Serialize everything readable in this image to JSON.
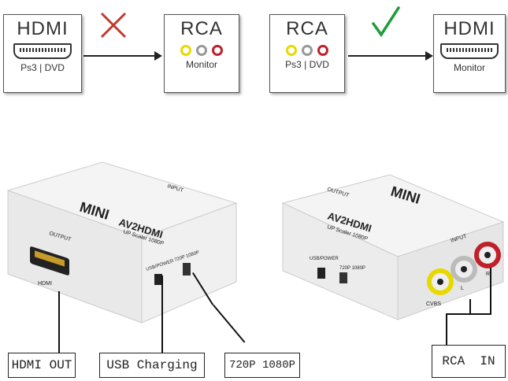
{
  "top_diagram": {
    "left": {
      "source": {
        "title": "HDMI",
        "subtitle": "Ps3",
        "subtitle2": "DVD"
      },
      "target": {
        "title": "RCA",
        "subtitle": "Monitor"
      },
      "status": "not-supported"
    },
    "right": {
      "source": {
        "title": "RCA",
        "subtitle": "Ps3",
        "subtitle2": "DVD"
      },
      "target": {
        "title": "HDMI",
        "subtitle": "Monitor"
      },
      "status": "supported"
    }
  },
  "device_left": {
    "brand": "MINI",
    "model": "AV2HDMI",
    "tagline": "UP Scaler 1080P",
    "input_label": "INPUT",
    "output_label": "OUTPUT",
    "port_label": "HDMI",
    "switch_label": "USB/POWER",
    "res_label": "720P 1080P"
  },
  "device_right": {
    "brand": "MINI",
    "model": "AV2HDMI",
    "tagline": "UP Scaler 1080P",
    "output_label": "OUTPUT",
    "input_label": "INPUT",
    "switch_label": "USB/POWER",
    "res_label": "720P 1080P",
    "jack_labels": [
      "CVBS",
      "L",
      "R"
    ]
  },
  "callouts": {
    "hdmi_out": "HDMI OUT",
    "usb_charging": "USB Charging",
    "resolution": "720P 1080P",
    "rca_in": "RCA  IN"
  },
  "colors": {
    "cross": "#c0392b",
    "check": "#1e9c3a",
    "yellow": "#e8d800",
    "red": "#c0202a"
  }
}
